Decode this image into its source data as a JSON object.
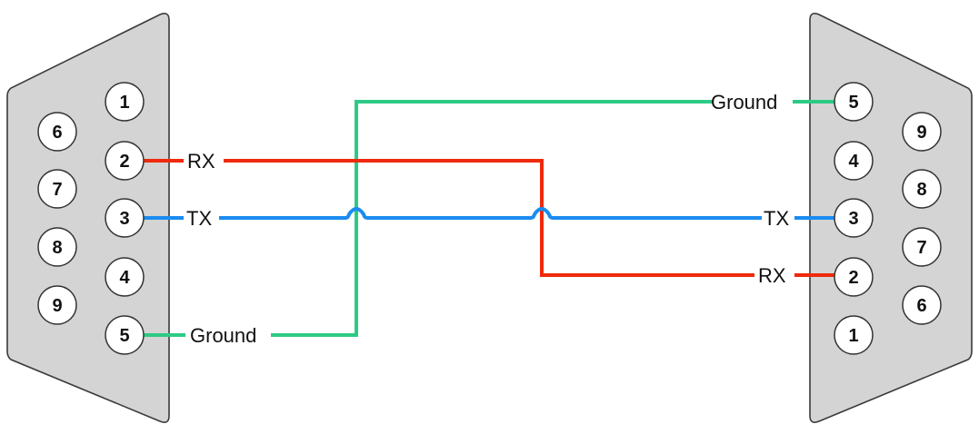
{
  "colors": {
    "rx_wire": "#ef2a0c",
    "tx_wire": "#1a8cf0",
    "ground_wire": "#2dca85",
    "connector_fill": "#d4d4d4",
    "connector_stroke": "#3a3a3a",
    "pin_fill": "#ffffff"
  },
  "left_connector": {
    "pins": [
      "1",
      "2",
      "3",
      "4",
      "5",
      "6",
      "7",
      "8",
      "9"
    ]
  },
  "right_connector": {
    "pins": [
      "1",
      "2",
      "3",
      "4",
      "5",
      "6",
      "7",
      "8",
      "9"
    ]
  },
  "wires": {
    "left": {
      "rx_label": "RX",
      "tx_label": "TX",
      "ground_label": "Ground"
    },
    "right": {
      "rx_label": "RX",
      "tx_label": "TX",
      "ground_label": "Ground"
    }
  }
}
